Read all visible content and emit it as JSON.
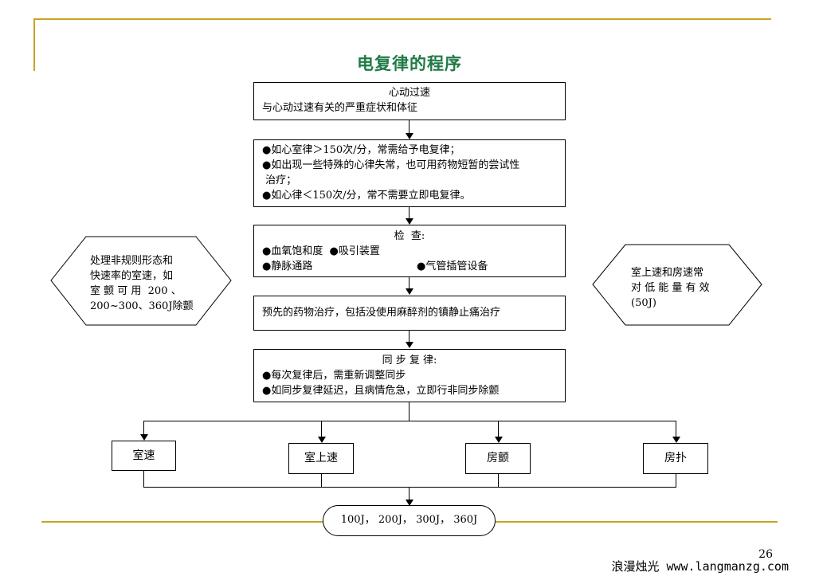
{
  "title": "电复律的程序",
  "box1": {
    "line1": "心动过速",
    "line2": "与心动过速有关的严重症状和体征"
  },
  "box2": {
    "line1": "●如心室律＞150次/分，常需给予电复律；",
    "line2": "●如出现一些特殊的心律失常，也可用药物短暂的尝试性",
    "line3": " 治疗；",
    "line4": "●如心律＜150次/分，常不需要立即电复律。"
  },
  "box3": {
    "heading": "检  查:",
    "item1": "●血氧饱和度",
    "item2": "●吸引装置",
    "item3": "●静脉通路",
    "item4": "●气管插管设备"
  },
  "box4": "预先的药物治疗，包括没使用麻醉剂的镇静止痛治疗",
  "box5": {
    "heading": "同 步 复 律:",
    "item1": "●每次复律后，需重新调整同步",
    "item2": "●如同步复律延迟，且病情危急，立即行非同步除颤"
  },
  "left_hex": {
    "line1": "处理非规则形态和",
    "line2": "快速率的室速，如",
    "line3": "室 颤 可 用  200 、",
    "line4": "200~300、360J除颤"
  },
  "right_hex": {
    "line1": "室上速和房速常",
    "line2": "对 低 能 量 有 效",
    "line3": "(50J)"
  },
  "branches": [
    "室速",
    "室上速",
    "房颤",
    "房扑"
  ],
  "energy": "100J， 200J， 300J， 360J",
  "page_number": "26",
  "footer": "浪漫烛光 www.langmanzg.com",
  "colors": {
    "title": "#1f7a45",
    "accent_lines": "#c9a227"
  }
}
